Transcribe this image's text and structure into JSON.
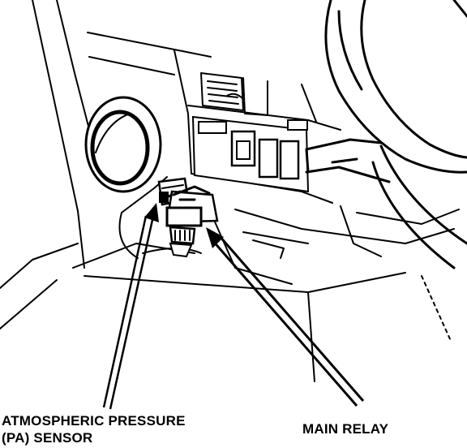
{
  "callouts": {
    "pa_sensor": {
      "line1": "ATMOSPHERIC PRESSURE",
      "line2": "(PA) SENSOR"
    },
    "main_relay": "MAIN RELAY"
  },
  "colors": {
    "ink": "#000000",
    "paper": "#ffffff"
  }
}
